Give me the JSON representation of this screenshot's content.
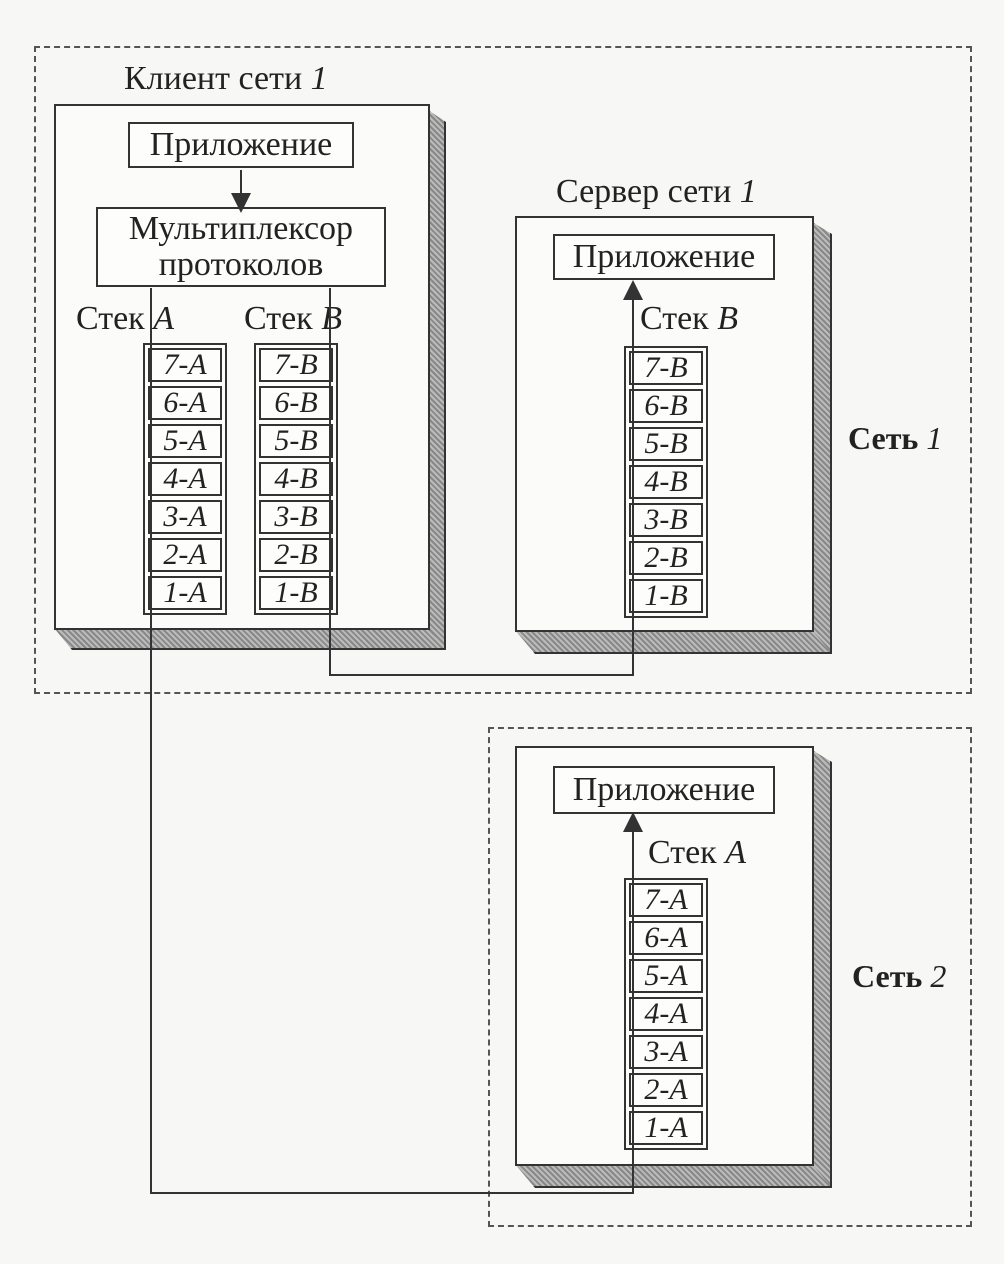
{
  "network1": {
    "name_prefix": "Сеть",
    "name_num": "1",
    "client": {
      "title_prefix": "Клиент сети",
      "title_num": "1",
      "app_label": "Приложение",
      "mux_label_1": "Мультиплексор",
      "mux_label_2": "протоколов",
      "stack_a_prefix": "Стек",
      "stack_a_letter": "A",
      "stack_b_prefix": "Стек",
      "stack_b_letter": "B",
      "stack_a_layers": [
        "7-A",
        "6-A",
        "5-A",
        "4-A",
        "3-A",
        "2-A",
        "1-A"
      ],
      "stack_b_layers": [
        "7-B",
        "6-B",
        "5-B",
        "4-B",
        "3-B",
        "2-B",
        "1-B"
      ]
    },
    "server": {
      "title_prefix": "Сервер сети",
      "title_num": "1",
      "app_label": "Приложение",
      "stack_prefix": "Стек",
      "stack_letter": "B",
      "stack_layers": [
        "7-B",
        "6-B",
        "5-B",
        "4-B",
        "3-B",
        "2-B",
        "1-B"
      ]
    }
  },
  "network2": {
    "name_prefix": "Сеть",
    "name_num": "2",
    "server": {
      "app_label": "Приложение",
      "stack_prefix": "Стек",
      "stack_letter": "A",
      "stack_layers": [
        "7-A",
        "6-A",
        "5-A",
        "4-A",
        "3-A",
        "2-A",
        "1-A"
      ]
    }
  },
  "colors": {
    "line": "#333333",
    "background": "#f7f7f5"
  }
}
